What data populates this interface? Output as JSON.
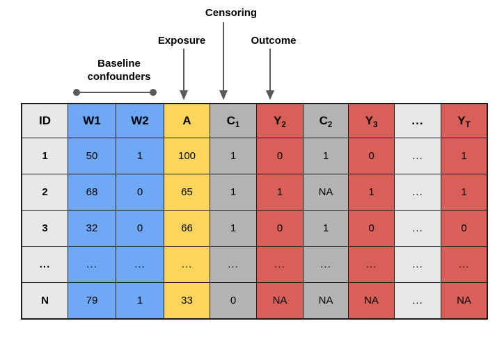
{
  "annotations": {
    "baseline": {
      "label": "Baseline confounders",
      "line1": "Baseline",
      "line2": "confounders"
    },
    "exposure": {
      "label": "Exposure"
    },
    "censoring": {
      "label": "Censoring"
    },
    "outcome": {
      "label": "Outcome"
    }
  },
  "colors": {
    "id_column": "#e8e8e8",
    "confounder_blue": "#6fa8f5",
    "exposure_yellow": "#fcd65c",
    "censoring_gray": "#b3b3b3",
    "outcome_red": "#d96058",
    "filler_light": "#e8e8e8",
    "border": "#1a1a1a",
    "arrow": "#595959",
    "text": "#000000"
  },
  "table": {
    "columns": [
      {
        "key": "id",
        "label": "ID",
        "sub": "",
        "color_role": "id_column"
      },
      {
        "key": "w1",
        "label": "W1",
        "sub": "",
        "color_role": "confounder_blue"
      },
      {
        "key": "w2",
        "label": "W2",
        "sub": "",
        "color_role": "confounder_blue"
      },
      {
        "key": "a",
        "label": "A",
        "sub": "",
        "color_role": "exposure_yellow"
      },
      {
        "key": "c1",
        "label": "C",
        "sub": "1",
        "color_role": "censoring_gray"
      },
      {
        "key": "y2",
        "label": "Y",
        "sub": "2",
        "color_role": "outcome_red"
      },
      {
        "key": "c2",
        "label": "C",
        "sub": "2",
        "color_role": "censoring_gray"
      },
      {
        "key": "y3",
        "label": "Y",
        "sub": "3",
        "color_role": "outcome_red"
      },
      {
        "key": "dots",
        "label": "...",
        "sub": "",
        "color_role": "filler_light"
      },
      {
        "key": "yt",
        "label": "Y",
        "sub": "T",
        "color_role": "outcome_red"
      }
    ],
    "rows": [
      {
        "id": "1",
        "w1": "50",
        "w2": "1",
        "a": "100",
        "c1": "1",
        "y2": "0",
        "c2": "1",
        "y3": "0",
        "dots": "...",
        "yt": "1"
      },
      {
        "id": "2",
        "w1": "68",
        "w2": "0",
        "a": "65",
        "c1": "1",
        "y2": "1",
        "c2": "NA",
        "y3": "1",
        "dots": "...",
        "yt": "1"
      },
      {
        "id": "3",
        "w1": "32",
        "w2": "0",
        "a": "66",
        "c1": "1",
        "y2": "0",
        "c2": "1",
        "y3": "0",
        "dots": "...",
        "yt": "0"
      },
      {
        "id": "...",
        "w1": "...",
        "w2": "...",
        "a": "...",
        "c1": "...",
        "y2": "...",
        "c2": "...",
        "y3": "...",
        "dots": "...",
        "yt": "..."
      },
      {
        "id": "N",
        "w1": "79",
        "w2": "1",
        "a": "33",
        "c1": "0",
        "y2": "NA",
        "c2": "NA",
        "y3": "NA",
        "dots": "...",
        "yt": "NA"
      }
    ]
  }
}
